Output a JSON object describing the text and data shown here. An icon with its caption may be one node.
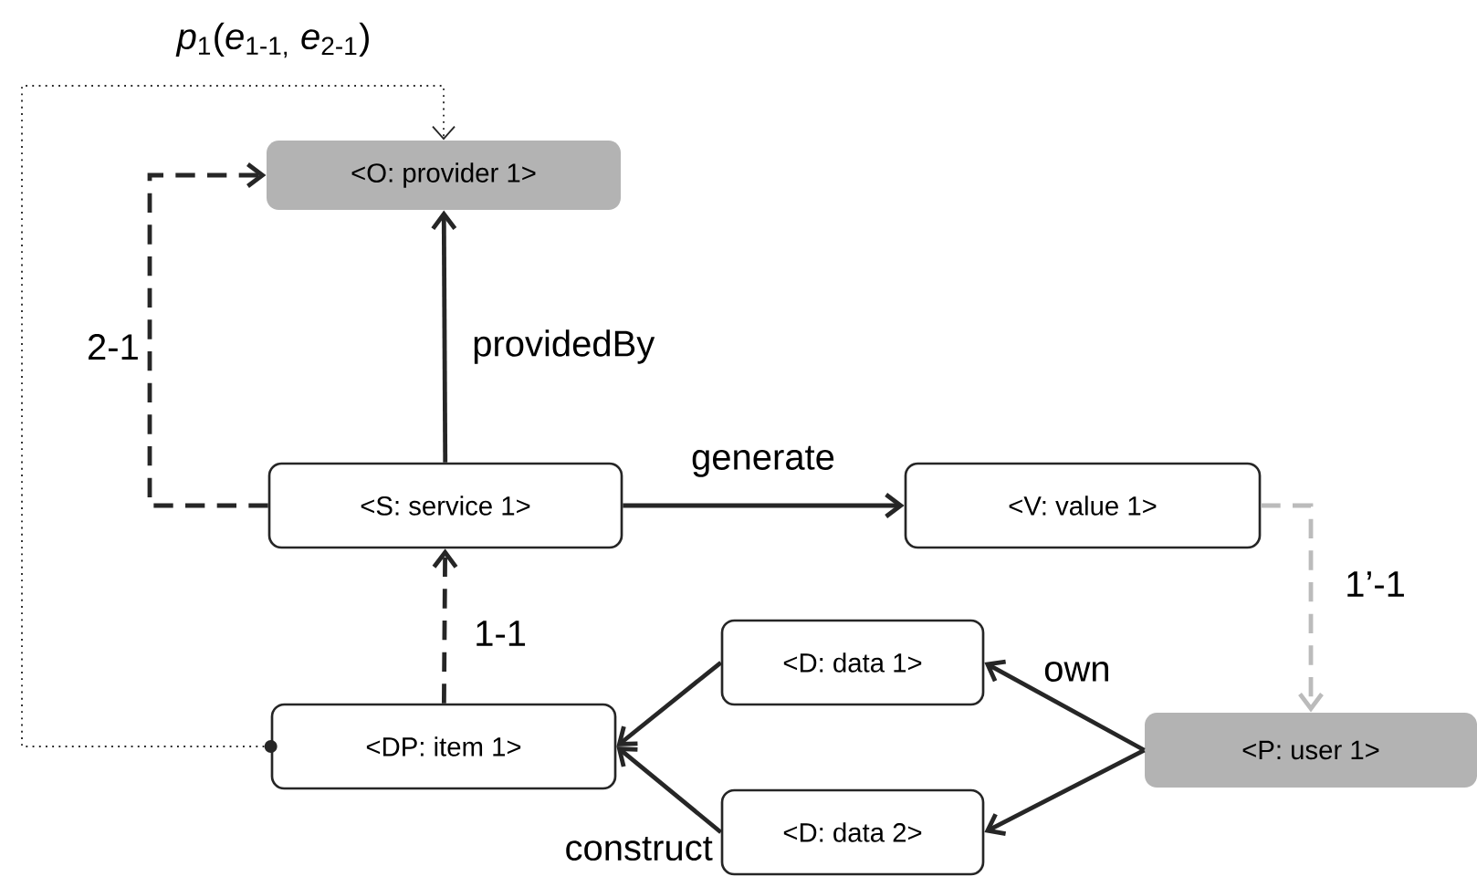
{
  "diagram": {
    "nodes": [
      {
        "text": [
          "<O: provider 1>"
        ]
      },
      {
        "text": [
          "<S: service 1>"
        ]
      },
      {
        "text": [
          "<V: value 1>"
        ]
      },
      {
        "text": [
          "<D: data 1>"
        ]
      },
      {
        "text": [
          "<DP: item 1>"
        ]
      },
      {
        "text": [
          "<P: user 1>"
        ]
      },
      {
        "text": [
          "<D: data 2>"
        ]
      }
    ],
    "edges": [
      {
        "from": 1,
        "to": 0,
        "arrow": "to",
        "label": "providedBy"
      },
      {
        "from": 1,
        "to": 2,
        "arrow": "to",
        "label": "generate"
      },
      {
        "from": 4,
        "to": 1,
        "arrow": "to",
        "style": "dashed",
        "label": "1-1"
      },
      {
        "from": 1,
        "to": 0,
        "arrow": "to",
        "style": "dashed",
        "label": "2-1"
      },
      {
        "from": 2,
        "to": 5,
        "arrow": "to",
        "style": "dashed",
        "color": "#bbbbbb",
        "label": "1’-1"
      },
      {
        "from": 5,
        "to": 3,
        "arrow": "to",
        "label": "own"
      },
      {
        "from": 5,
        "to": 6,
        "arrow": "to"
      },
      {
        "from": 3,
        "to": 4,
        "arrow": "to"
      },
      {
        "from": 6,
        "to": 4,
        "arrow": "to",
        "label": "construct"
      },
      {
        "from": 4,
        "to": 0,
        "arrow": "to",
        "style": "dashed",
        "label": "*p*$_{1}$(*e*$_{1-1,}$ *e*$_{2-1}$)"
      }
    ]
  }
}
